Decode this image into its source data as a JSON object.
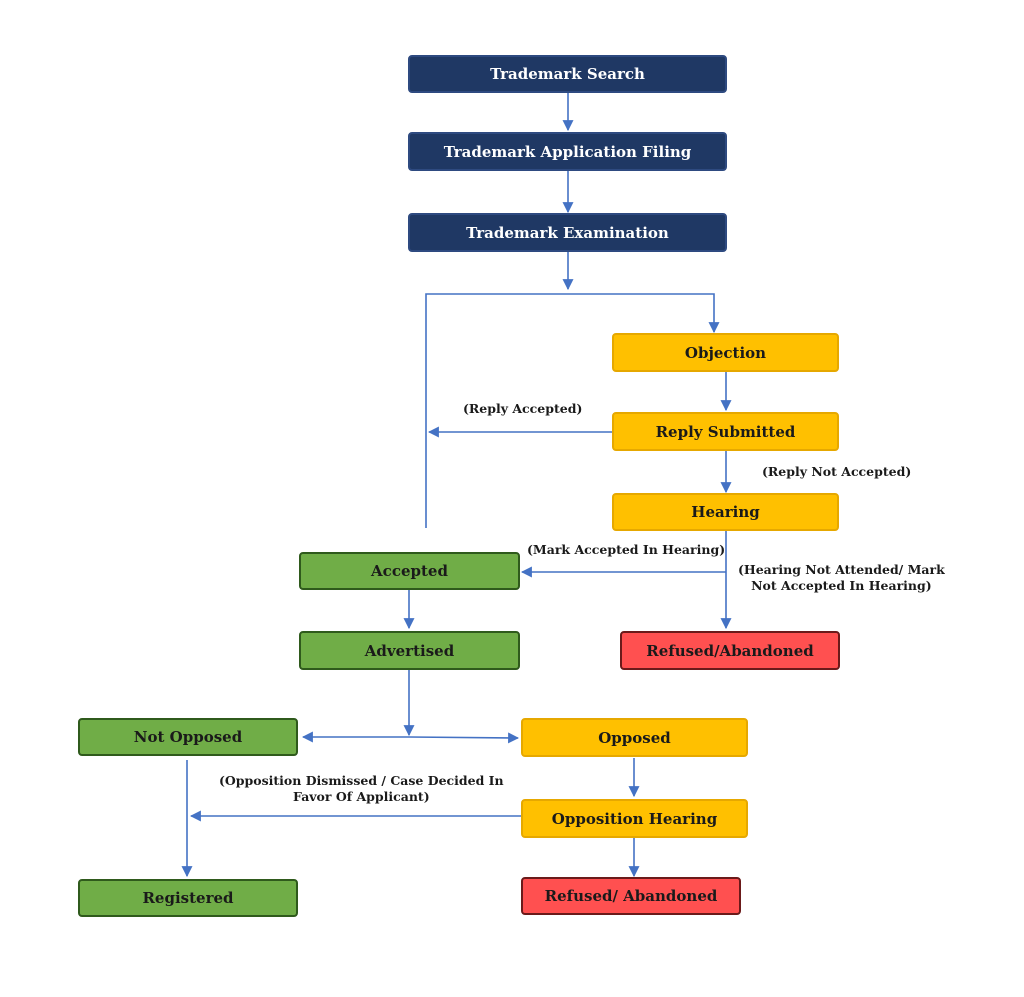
{
  "colors": {
    "process": "#1f3864",
    "pending": "#ffc000",
    "success": "#70ad47",
    "failure": "#ff5050",
    "connector": "#4472c4"
  },
  "nodes": {
    "trademark_search": "Trademark Search",
    "application_filing": "Trademark Application Filing",
    "examination": "Trademark Examination",
    "objection": "Objection",
    "reply_submitted": "Reply Submitted",
    "hearing": "Hearing",
    "accepted": "Accepted",
    "advertised": "Advertised",
    "refused_abandoned_1": "Refused/Abandoned",
    "not_opposed": "Not Opposed",
    "opposed": "Opposed",
    "opposition_hearing": "Opposition Hearing",
    "registered": "Registered",
    "refused_abandoned_2": "Refused/ Abandoned"
  },
  "edge_labels": {
    "reply_accepted": "(Reply Accepted)",
    "reply_not_accepted": "(Reply Not Accepted)",
    "mark_accepted_hearing": "(Mark Accepted In Hearing)",
    "hearing_not_attended_1": "(Hearing Not Attended/ Mark",
    "hearing_not_attended_2": "Not Accepted In Hearing)",
    "opposition_dismissed_1": "(Opposition Dismissed / Case Decided In",
    "opposition_dismissed_2": "Favor Of Applicant)"
  }
}
